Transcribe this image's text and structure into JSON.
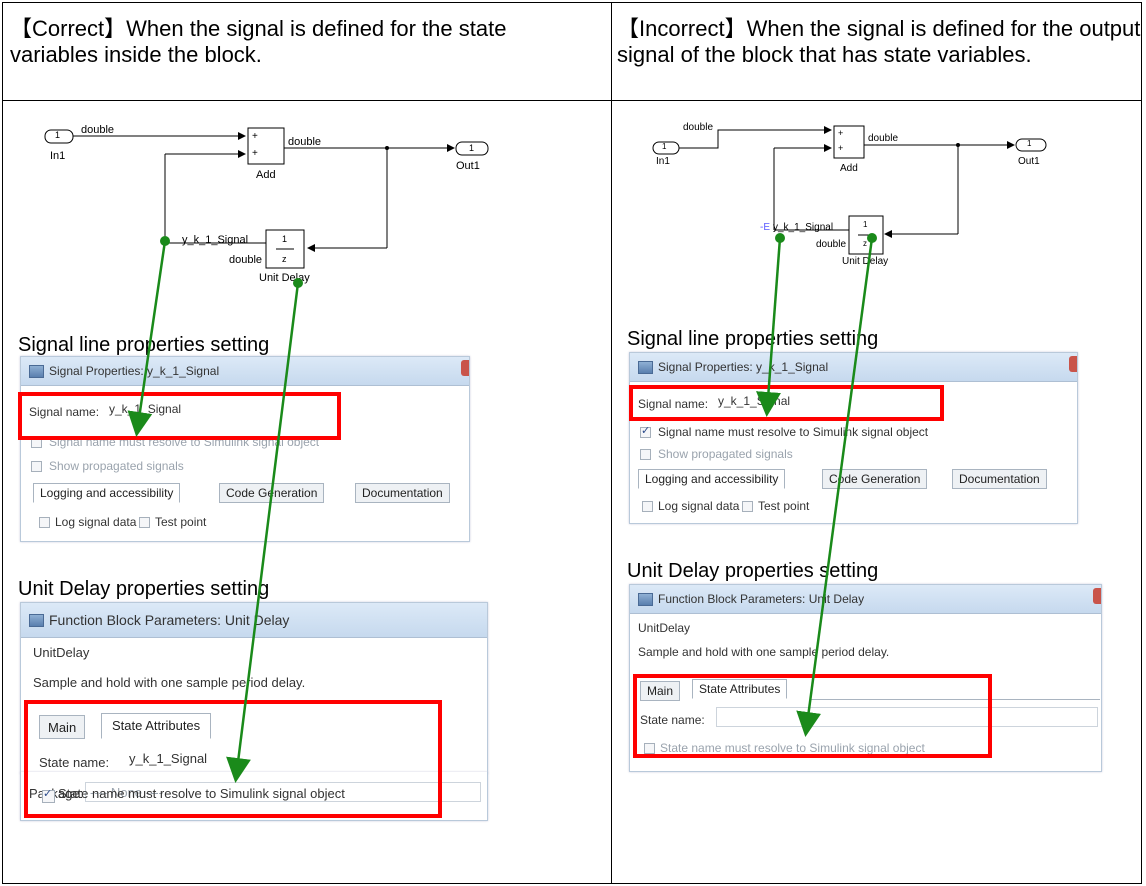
{
  "headers": {
    "correct": "【Correct】When the signal is defined for the state variables inside the block.",
    "incorrect": "【Incorrect】When the signal is defined for the output signal of the block that has state variables."
  },
  "left": {
    "diagram": {
      "in_port_num": "1",
      "in_label": "In1",
      "in_type": "double",
      "add_plus1": "+",
      "add_plus2": "+",
      "add_label": "Add",
      "add_out_type": "double",
      "out_port_num": "1",
      "out_label": "Out1",
      "signal_label": "y_k_1_Signal",
      "delay_num": "1",
      "delay_den": "z",
      "delay_type": "double",
      "delay_label": "Unit Delay"
    },
    "signal_section_title": "Signal line properties setting",
    "signal_dialog": {
      "title": "Signal Properties: y_k_1_Signal",
      "name_label": "Signal name:",
      "name_value": "y_k_1_Signal",
      "resolve_label": "Signal name must resolve to Simulink signal object",
      "propagated_label": "Show propagated signals",
      "tabs": [
        "Logging and accessibility",
        "Code Generation",
        "Documentation"
      ],
      "log_label": "Log signal data",
      "test_label": "Test point"
    },
    "unit_section_title": "Unit Delay properties setting",
    "unit_dialog": {
      "title": "Function Block Parameters: Unit Delay",
      "block_type": "UnitDelay",
      "description": "Sample and hold with one sample period delay.",
      "tabs": [
        "Main",
        "State Attributes"
      ],
      "state_name_label": "State name:",
      "state_name_value": "y_k_1_Signal",
      "resolve_label": "State name must resolve to Simulink signal object",
      "package_label": "Package:",
      "package_value": "---- None ----"
    }
  },
  "right": {
    "diagram": {
      "in_port_num": "1",
      "in_label": "In1",
      "in_type": "double",
      "add_plus1": "+",
      "add_plus2": "+",
      "add_label": "Add",
      "add_out_type": "double",
      "out_port_num": "1",
      "out_label": "Out1",
      "signal_label": "y_k_1_Signal",
      "signal_prefix": "-E",
      "delay_num": "1",
      "delay_den": "z",
      "delay_type": "double",
      "delay_label": "Unit Delay"
    },
    "signal_section_title": "Signal line properties setting",
    "signal_dialog": {
      "title": "Signal Properties: y_k_1_Signal",
      "name_label": "Signal name:",
      "name_value": "y_k_1_Signal",
      "resolve_label": "Signal name must resolve to Simulink signal object",
      "propagated_label": "Show propagated signals",
      "tabs": [
        "Logging and accessibility",
        "Code Generation",
        "Documentation"
      ],
      "log_label": "Log signal data",
      "test_label": "Test point"
    },
    "unit_section_title": "Unit Delay properties setting",
    "unit_dialog": {
      "title": "Function Block Parameters: Unit Delay",
      "block_type": "UnitDelay",
      "description": "Sample and hold with one sample period delay.",
      "tabs": [
        "Main",
        "State Attributes"
      ],
      "state_name_label": "State name:",
      "resolve_label": "State name must resolve to Simulink signal object"
    }
  },
  "colors": {
    "highlight": "#ff0000",
    "arrow": "#1a8a1a"
  }
}
